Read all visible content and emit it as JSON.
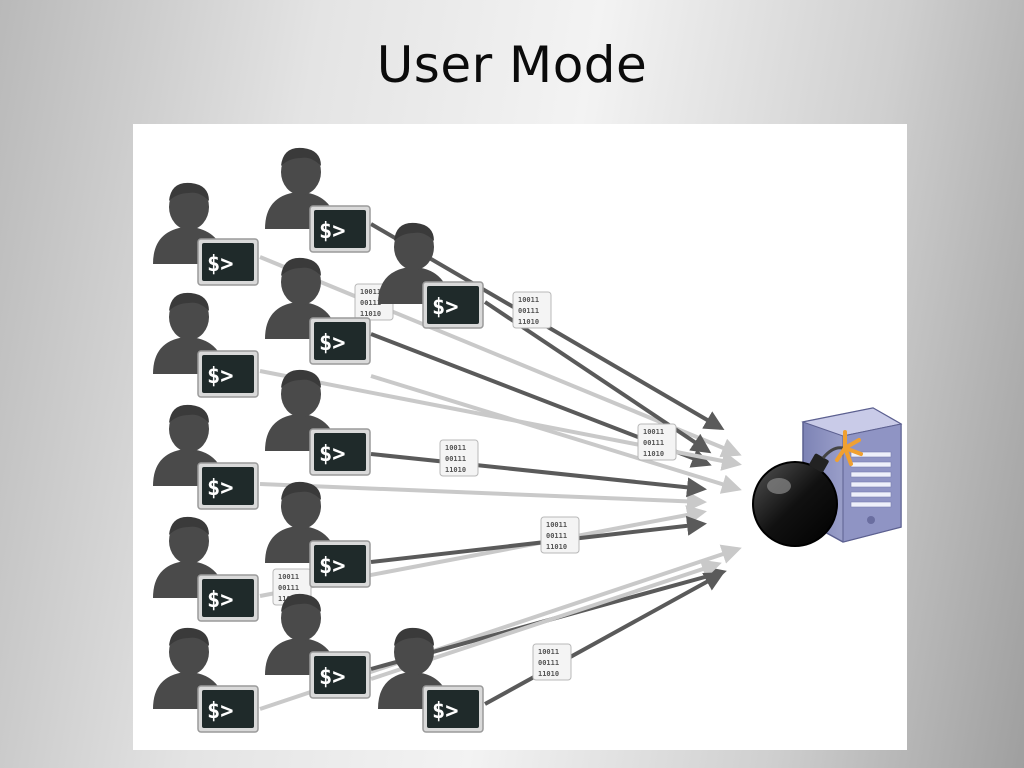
{
  "slide": {
    "title": "User Mode"
  },
  "diagram": {
    "terminal_prompt": "$>",
    "packet_lines": [
      "10011",
      "00111",
      "11010"
    ],
    "colors": {
      "user_silhouette": "#4a4a4a",
      "terminal_bg": "#1f2a2a",
      "arrow_dark": "#5a5a5a",
      "arrow_light": "#c9c9c9",
      "server_body": "#9ea3c9",
      "bomb": "#111111",
      "fuse_spark": "#f0a030"
    },
    "icons": [
      "user-icon",
      "terminal-icon",
      "binary-packet-icon",
      "server-icon",
      "bomb-icon"
    ]
  }
}
